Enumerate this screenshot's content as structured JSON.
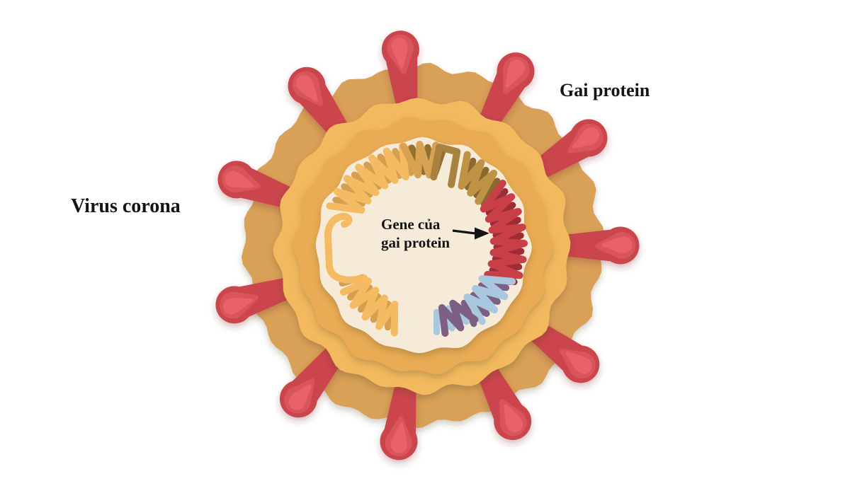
{
  "labels": {
    "virus_corona": "Virus corona",
    "gai_protein": "Gai protein",
    "gene_line1": "Gene của",
    "gene_line2": "gai protein"
  },
  "diagram": {
    "type": "coronavirus-cross-section",
    "spike_count": 11,
    "parts": [
      {
        "name": "spike-protein",
        "label": "Gai protein",
        "color_key": "spike_outer"
      },
      {
        "name": "viral-envelope",
        "color_key": "membrane_outer"
      },
      {
        "name": "rna-genome",
        "color_key": "rna_gold"
      },
      {
        "name": "spike-protein-gene",
        "label": "Gene của gai protein",
        "color_key": "rna_red"
      }
    ]
  },
  "colors": {
    "background": "#FFFFFF",
    "text": "#141414",
    "arrow": "#141414",
    "membrane_outer": "#D9A158",
    "membrane_mid": "#F2B95F",
    "membrane_inner": "#E9AC55",
    "core": "#F6EBD9",
    "spike_outer": "#CB444D",
    "spike_mid": "#D9555C",
    "spike_inner": "#E9626A",
    "rna_gold": "#F4BB62",
    "rna_gold_back": "#D59F4F",
    "rna_tan": "#D7A251",
    "rna_tan_back": "#93702F",
    "rna_brown": "#A8823E",
    "rna_brown_back": "#8A682F",
    "rna_brown2": "#BE9345",
    "rna_red": "#C93F48",
    "rna_red_back": "#9E2C37",
    "rna_blue": "#A9C7DE",
    "rna_purple": "#7D5F83"
  }
}
